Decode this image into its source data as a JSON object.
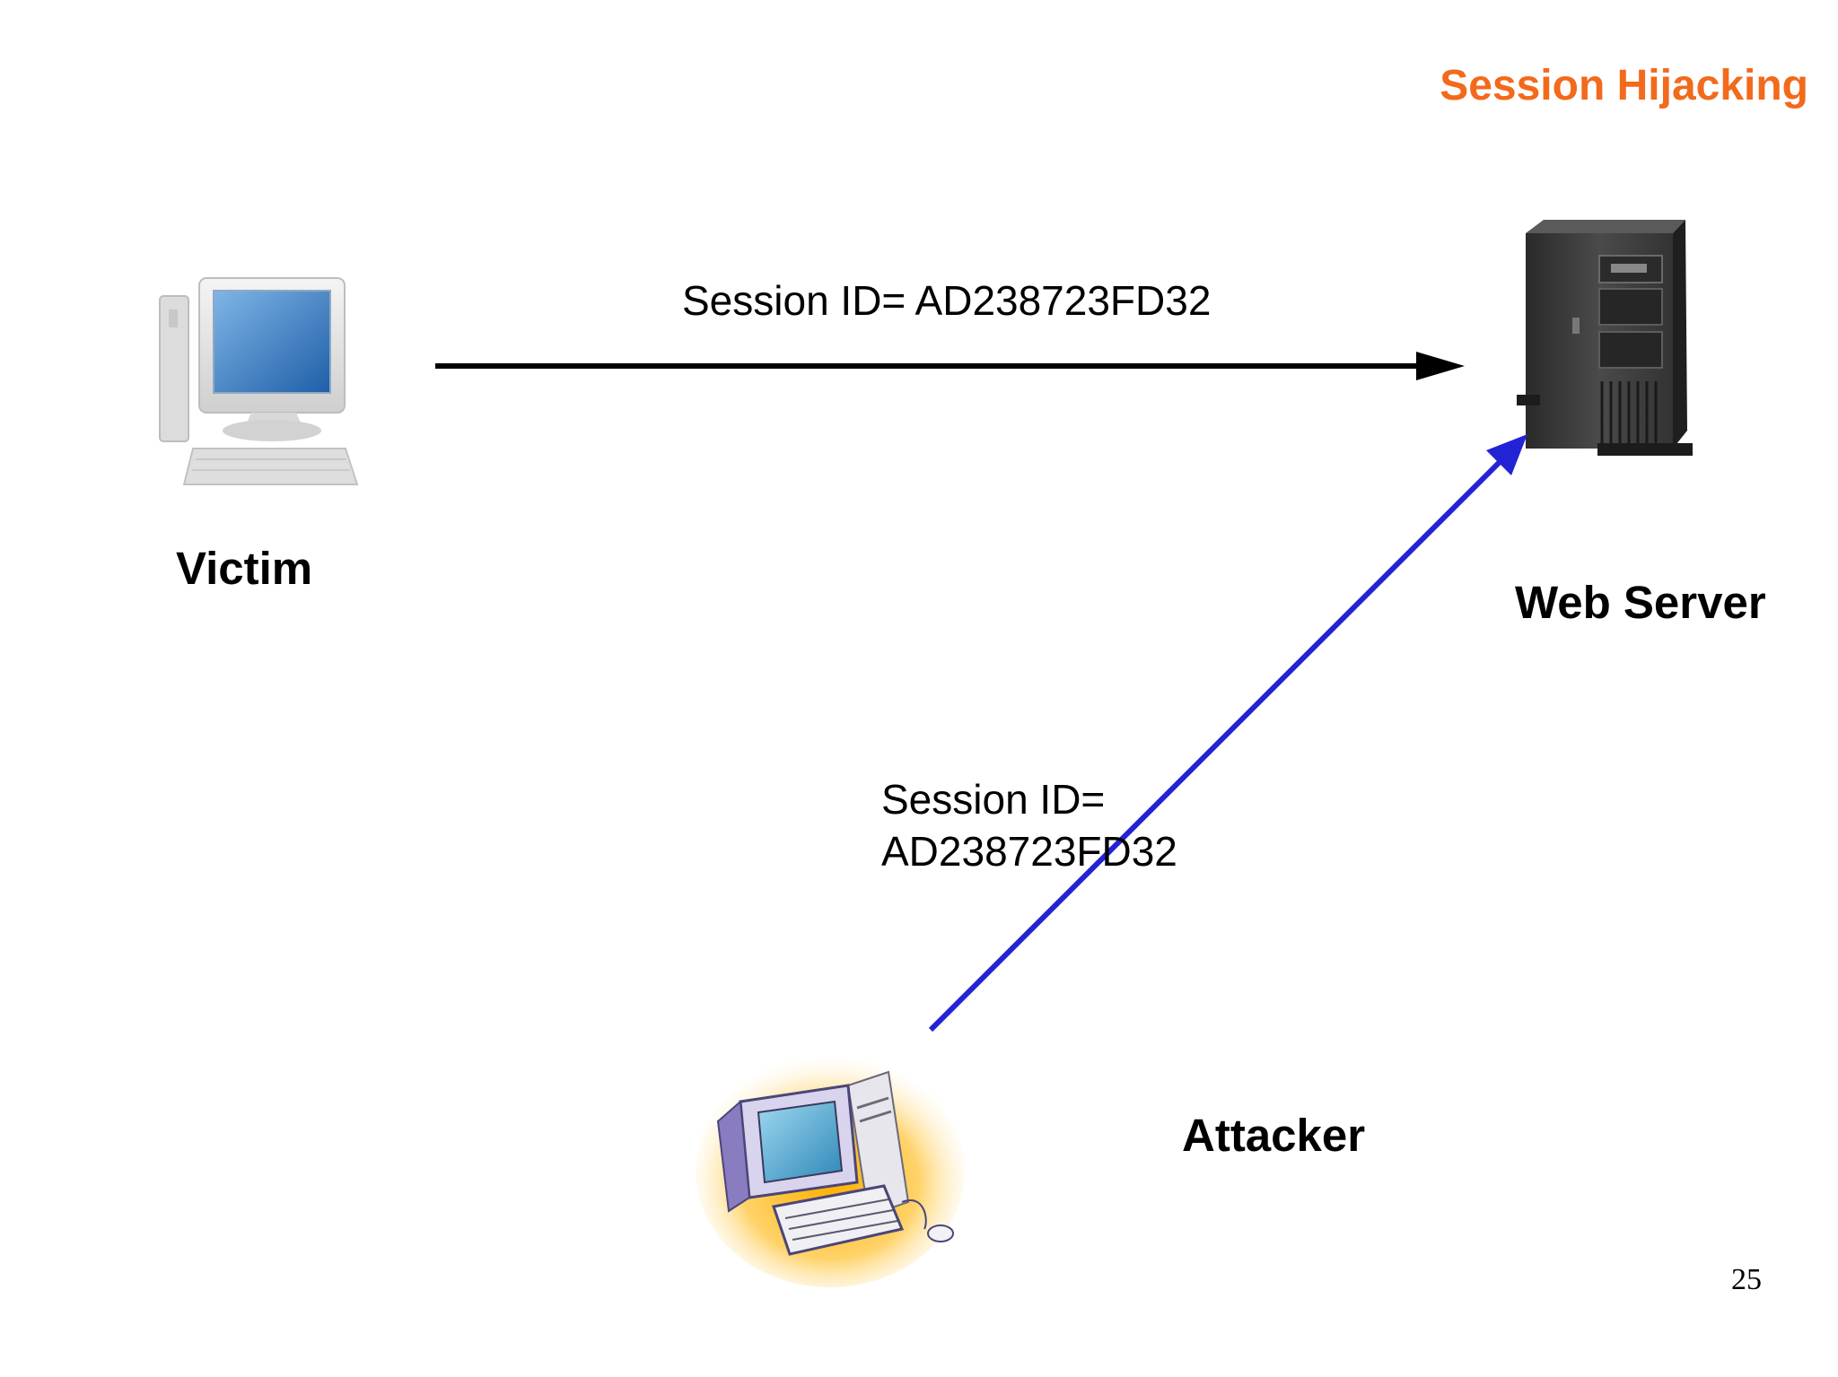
{
  "slide": {
    "title": "Session Hijacking",
    "page_number": "25"
  },
  "nodes": {
    "victim": {
      "label": "Victim",
      "icon": "desktop-computer-icon"
    },
    "web_server": {
      "label": "Web Server",
      "icon": "tower-server-icon"
    },
    "attacker": {
      "label": "Attacker",
      "icon": "clipart-computer-icon"
    }
  },
  "edges": {
    "victim_to_server": {
      "label": "Session ID= AD238723FD32"
    },
    "attacker_to_server": {
      "label_line1": "Session ID=",
      "label_line2": "AD238723FD32"
    }
  },
  "colors": {
    "title": "#F26A1B",
    "victim_arrow": "#000000",
    "attacker_arrow": "#2323D6"
  }
}
